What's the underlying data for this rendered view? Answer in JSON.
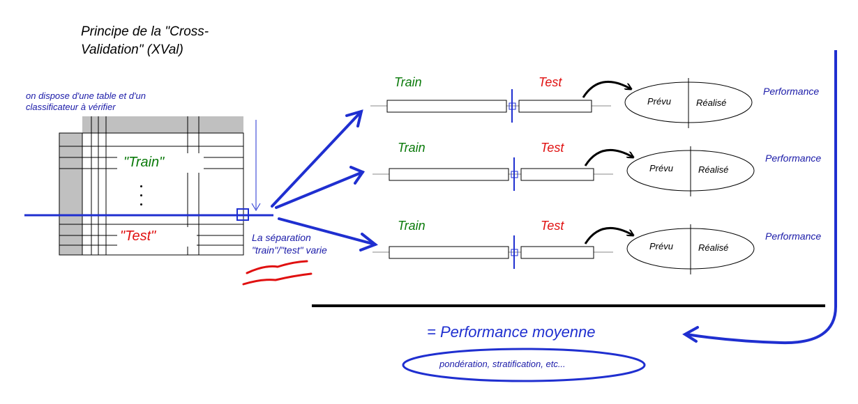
{
  "title": "Principe de la \"Cross-Validation\" (XVal)",
  "intro": "on dispose d'une table et d'un classificateur à vérifier",
  "table": {
    "train_label": "\"Train\"",
    "test_label": "\"Test\""
  },
  "separation": {
    "line1": "La séparation",
    "line2": "\"train\"/\"test\" varie"
  },
  "folds": [
    {
      "train": "Train",
      "test": "Test",
      "predicted": "Prévu",
      "actual": "Réalisé",
      "metric": "Performance"
    },
    {
      "train": "Train",
      "test": "Test",
      "predicted": "Prévu",
      "actual": "Réalisé",
      "metric": "Performance"
    },
    {
      "train": "Train",
      "test": "Test",
      "predicted": "Prévu",
      "actual": "Réalisé",
      "metric": "Performance"
    }
  ],
  "result": {
    "mean": "= Performance moyenne",
    "note": "pondération, stratification, etc..."
  },
  "colors": {
    "blue": "#1f2fd0",
    "text_blue": "#1a1aa8",
    "green": "#0a7a0a",
    "red": "#e01010",
    "gray": "#c0c0c0"
  }
}
